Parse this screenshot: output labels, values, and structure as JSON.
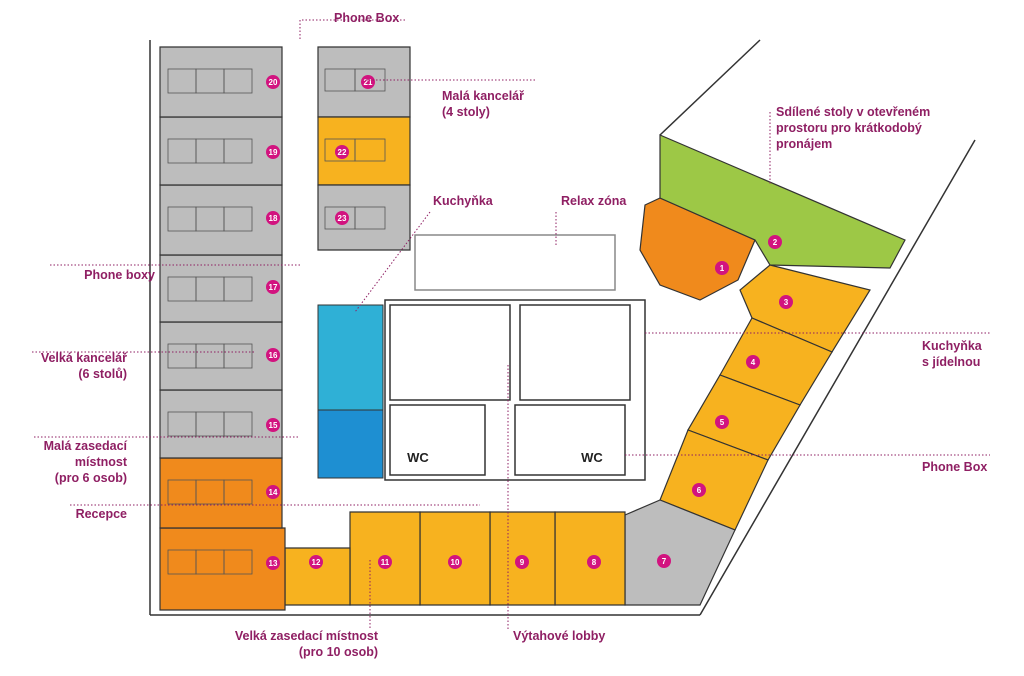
{
  "labels": {
    "phone_box_top": "Phone Box",
    "small_office": [
      "Malá kancelář",
      "(4 stoly)"
    ],
    "shared_desks": [
      "Sdílené stoly v otevřeném",
      "prostoru pro krátkodobý",
      "pronájem"
    ],
    "kitchenette": "Kuchyňka",
    "relax_zone": "Relax zóna",
    "phone_boxes": "Phone boxy",
    "large_office": [
      "Velká kancelář",
      "(6 stolů)"
    ],
    "small_meeting": [
      "Malá zasedací",
      "místnost",
      "(pro 6 osob)"
    ],
    "reception": "Recepce",
    "kitchen_dining": [
      "Kuchyňka",
      "s jídelnou"
    ],
    "phone_box_right": "Phone Box",
    "large_meeting": [
      "Velká zasedací místnost",
      "(pro 10 osob)"
    ],
    "elevator_lobby": "Výtahové lobby",
    "wc": [
      "WC",
      "WC"
    ]
  },
  "rooms": [
    "1",
    "2",
    "3",
    "4",
    "5",
    "6",
    "7",
    "8",
    "9",
    "10",
    "11",
    "12",
    "13",
    "14",
    "15",
    "16",
    "17",
    "18",
    "19",
    "20",
    "21",
    "22",
    "23"
  ],
  "colors": {
    "grey": "#bdbdbd",
    "yellow": "#f7b21f",
    "orange": "#f08a1c",
    "green": "#9dc846",
    "teal": "#2fb0d6",
    "blue": "#1e8fd2",
    "marker": "#d2137f",
    "label": "#8f1f63"
  }
}
